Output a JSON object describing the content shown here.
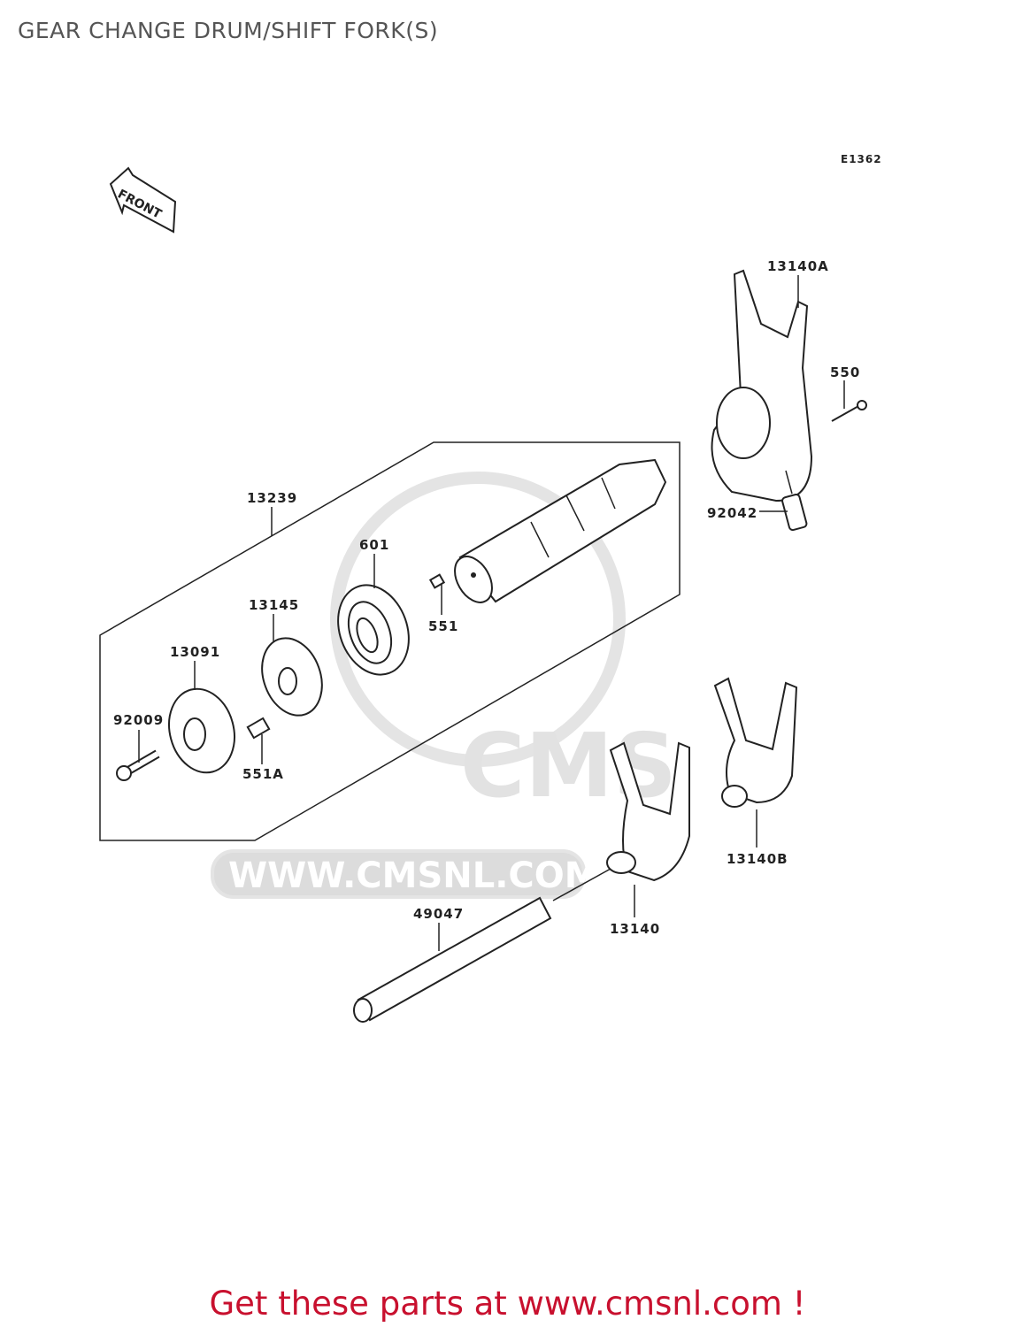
{
  "title": "GEAR CHANGE DRUM/SHIFT FORK(S)",
  "diagram_code": "E1362",
  "front_marker": "FRONT",
  "watermark": {
    "logo": "CMS",
    "url": "WWW.CMSNL.COM"
  },
  "parts": {
    "p13239": "13239",
    "p601": "601",
    "p551": "551",
    "p13145": "13145",
    "p13091": "13091",
    "p92009": "92009",
    "p551A": "551A",
    "p13140A": "13140A",
    "p550": "550",
    "p92042": "92042",
    "p13140B": "13140B",
    "p13140": "13140",
    "p49047": "49047"
  },
  "footer": "Get these parts at www.cmsnl.com !",
  "colors": {
    "footer": "#c8102e",
    "title": "#555555"
  }
}
